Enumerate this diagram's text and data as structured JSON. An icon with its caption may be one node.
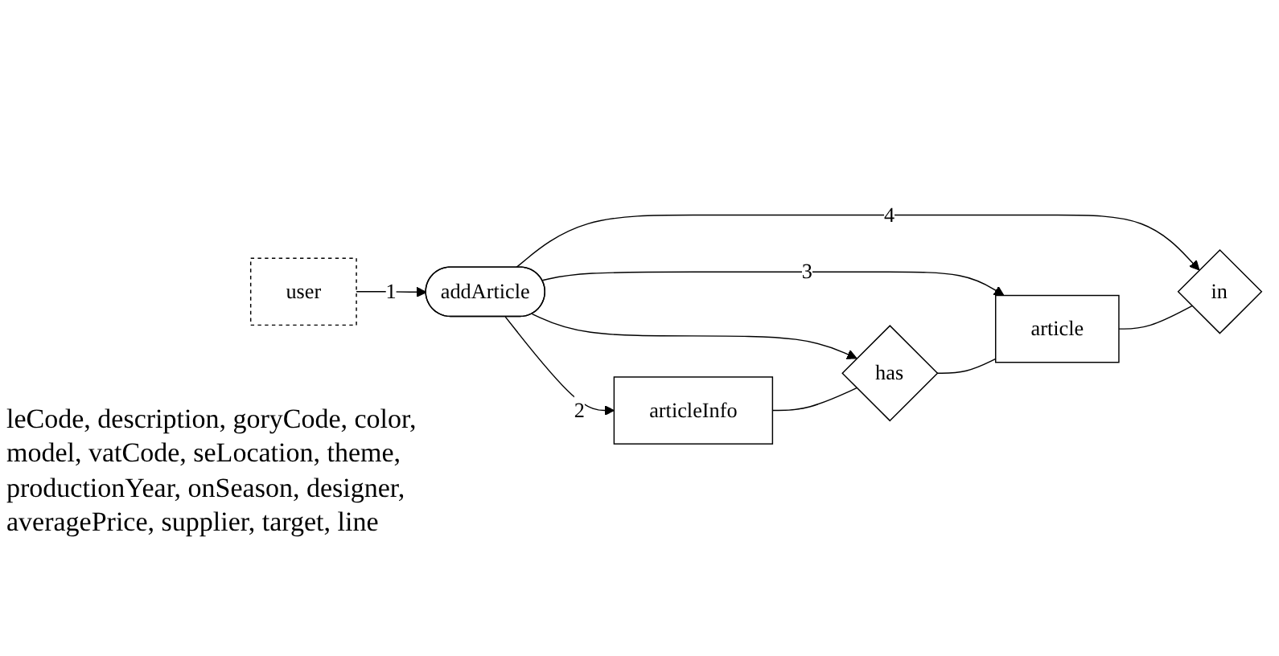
{
  "diagram": {
    "nodes": [
      {
        "text": [
          "user"
        ]
      },
      {
        "text": [
          "addArticle"
        ]
      },
      {
        "text": [
          "articleInfo"
        ]
      },
      {
        "text": [
          "has"
        ]
      },
      {
        "text": [
          "article"
        ]
      },
      {
        "text": [
          "in"
        ]
      }
    ],
    "edges": [
      {
        "from": 0,
        "to": 1,
        "arrow": "to",
        "label": "1"
      },
      {
        "from": 1,
        "to": 2,
        "arrow": "to",
        "label": "2"
      },
      {
        "from": 1,
        "to": 3,
        "arrow": "to"
      },
      {
        "from": 1,
        "to": 4,
        "arrow": "to",
        "label": "3"
      },
      {
        "from": 1,
        "to": 5,
        "arrow": "to",
        "label": "4"
      },
      {
        "from": 2,
        "to": 3,
        "arrow": "none"
      },
      {
        "from": 3,
        "to": 4,
        "arrow": "none"
      },
      {
        "from": 4,
        "to": 5,
        "arrow": "none"
      }
    ],
    "labels": [
      "leCode, description, goryCode, color, model, vatCode, seLocation, theme, productionYear, onSeason, designer, averagePrice, supplier, target, line"
    ]
  }
}
